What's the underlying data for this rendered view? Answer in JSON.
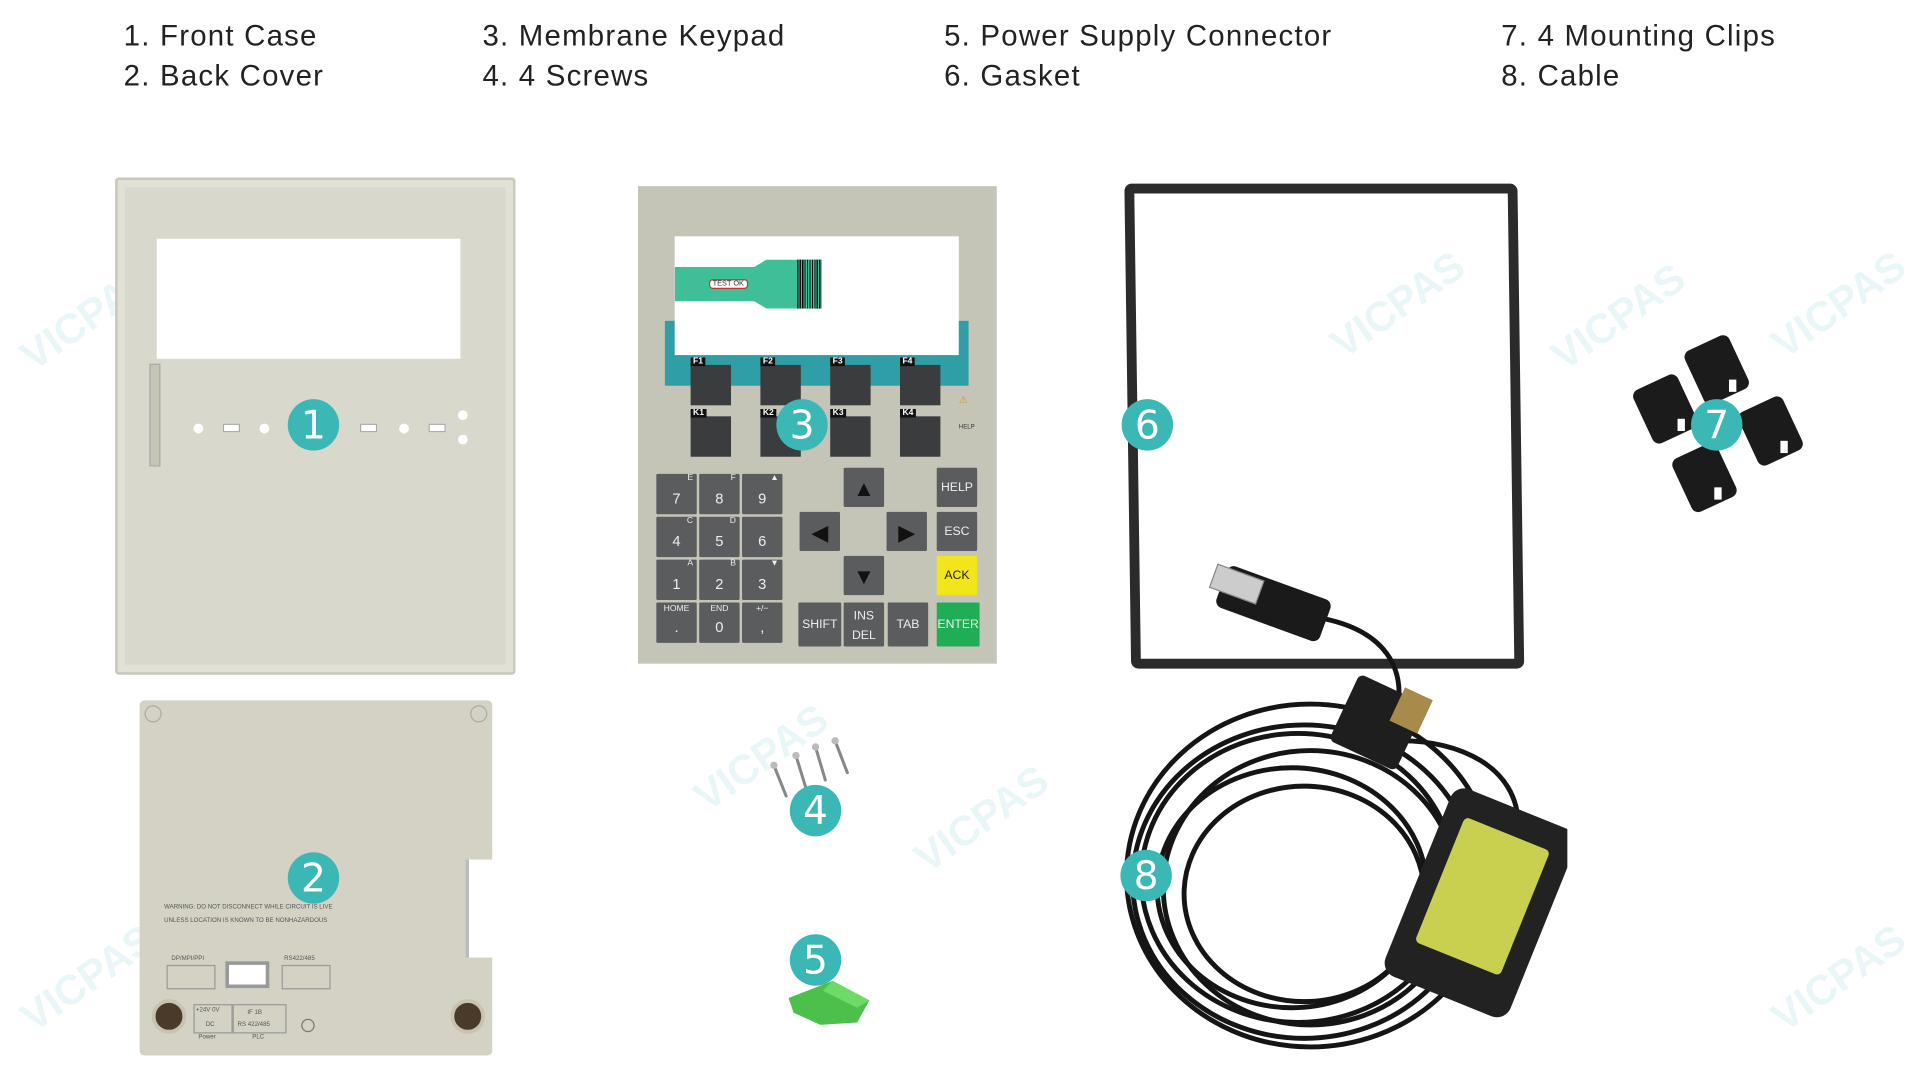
{
  "legend": [
    {
      "label": "1. Front Case"
    },
    {
      "label": "2. Back Cover"
    },
    {
      "label": "3. Membrane Keypad"
    },
    {
      "label": "4. 4 Screws"
    },
    {
      "label": "5. Power Supply Connector"
    },
    {
      "label": "6. Gasket"
    },
    {
      "label": "7. 4 Mounting Clips"
    },
    {
      "label": "8. Cable"
    }
  ],
  "badges": [
    "1",
    "2",
    "3",
    "4",
    "5",
    "6",
    "7",
    "8"
  ],
  "badge_color": "#3bb7b5",
  "watermark": "VICPAS",
  "back_cover": {
    "warning_1": "WARNING: DO NOT DISCONNECT WHILE CIRCUIT IS LIVE",
    "warning_2": "UNLESS LOCATION IS KNOWN TO BE NONHAZARDOUS",
    "port_1": "DP/MPI/PPI",
    "port_2": "RS422/485",
    "power_top": "+24V   0V",
    "power_mid": "DC",
    "power_label": "Power",
    "plc_top": "IF   1B",
    "plc_mid": "RS 422/485",
    "plc_label": "PLC"
  },
  "keypad": {
    "ribbon_tag": "TEST OK",
    "fkeys": [
      "F1",
      "F2",
      "F3",
      "F4"
    ],
    "kkeys": [
      "K1",
      "K2",
      "K3",
      "K4"
    ],
    "numeric": [
      {
        "main": "7",
        "sub": "E"
      },
      {
        "main": "8",
        "sub": "F"
      },
      {
        "main": "9",
        "sub": "▲"
      },
      {
        "main": "4",
        "sub": "C"
      },
      {
        "main": "5",
        "sub": "D"
      },
      {
        "main": "6",
        "sub": ""
      },
      {
        "main": "1",
        "sub": "A"
      },
      {
        "main": "2",
        "sub": "B"
      },
      {
        "main": "3",
        "sub": "▼"
      },
      {
        "main": ".",
        "top": "HOME"
      },
      {
        "main": "0",
        "top": "END"
      },
      {
        "main": ",",
        "top": "+/−"
      }
    ],
    "arrows": {
      "up": "▲",
      "left": "◀",
      "right": "▶",
      "down": "▼"
    },
    "help": "HELP",
    "esc": "ESC",
    "ack": "ACK",
    "enter": "ENTER",
    "shift": "SHIFT",
    "ins": "INS",
    "del": "DEL",
    "tab": "TAB",
    "side_help": "HELP",
    "ack_color": "#f2e61a",
    "enter_color": "#1fae55"
  }
}
